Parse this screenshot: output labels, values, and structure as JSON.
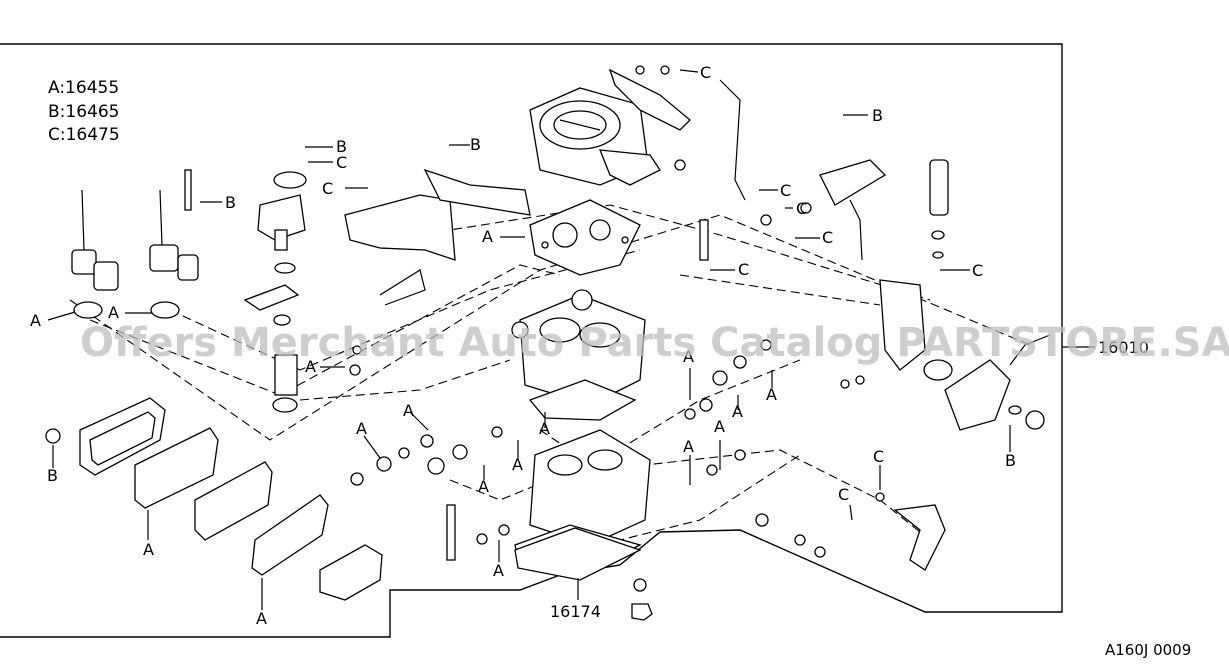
{
  "legend": {
    "a": "A:16455",
    "b": "B:16465",
    "c": "C:16475"
  },
  "callouts": {
    "a": "A",
    "b": "B",
    "c": "C"
  },
  "part_numbers": {
    "main": "16010",
    "bottom": "16174"
  },
  "figure_code": "A160J 0009",
  "watermark": "Offers Merchant Auto Parts Catalog PARTSTORE.SA"
}
